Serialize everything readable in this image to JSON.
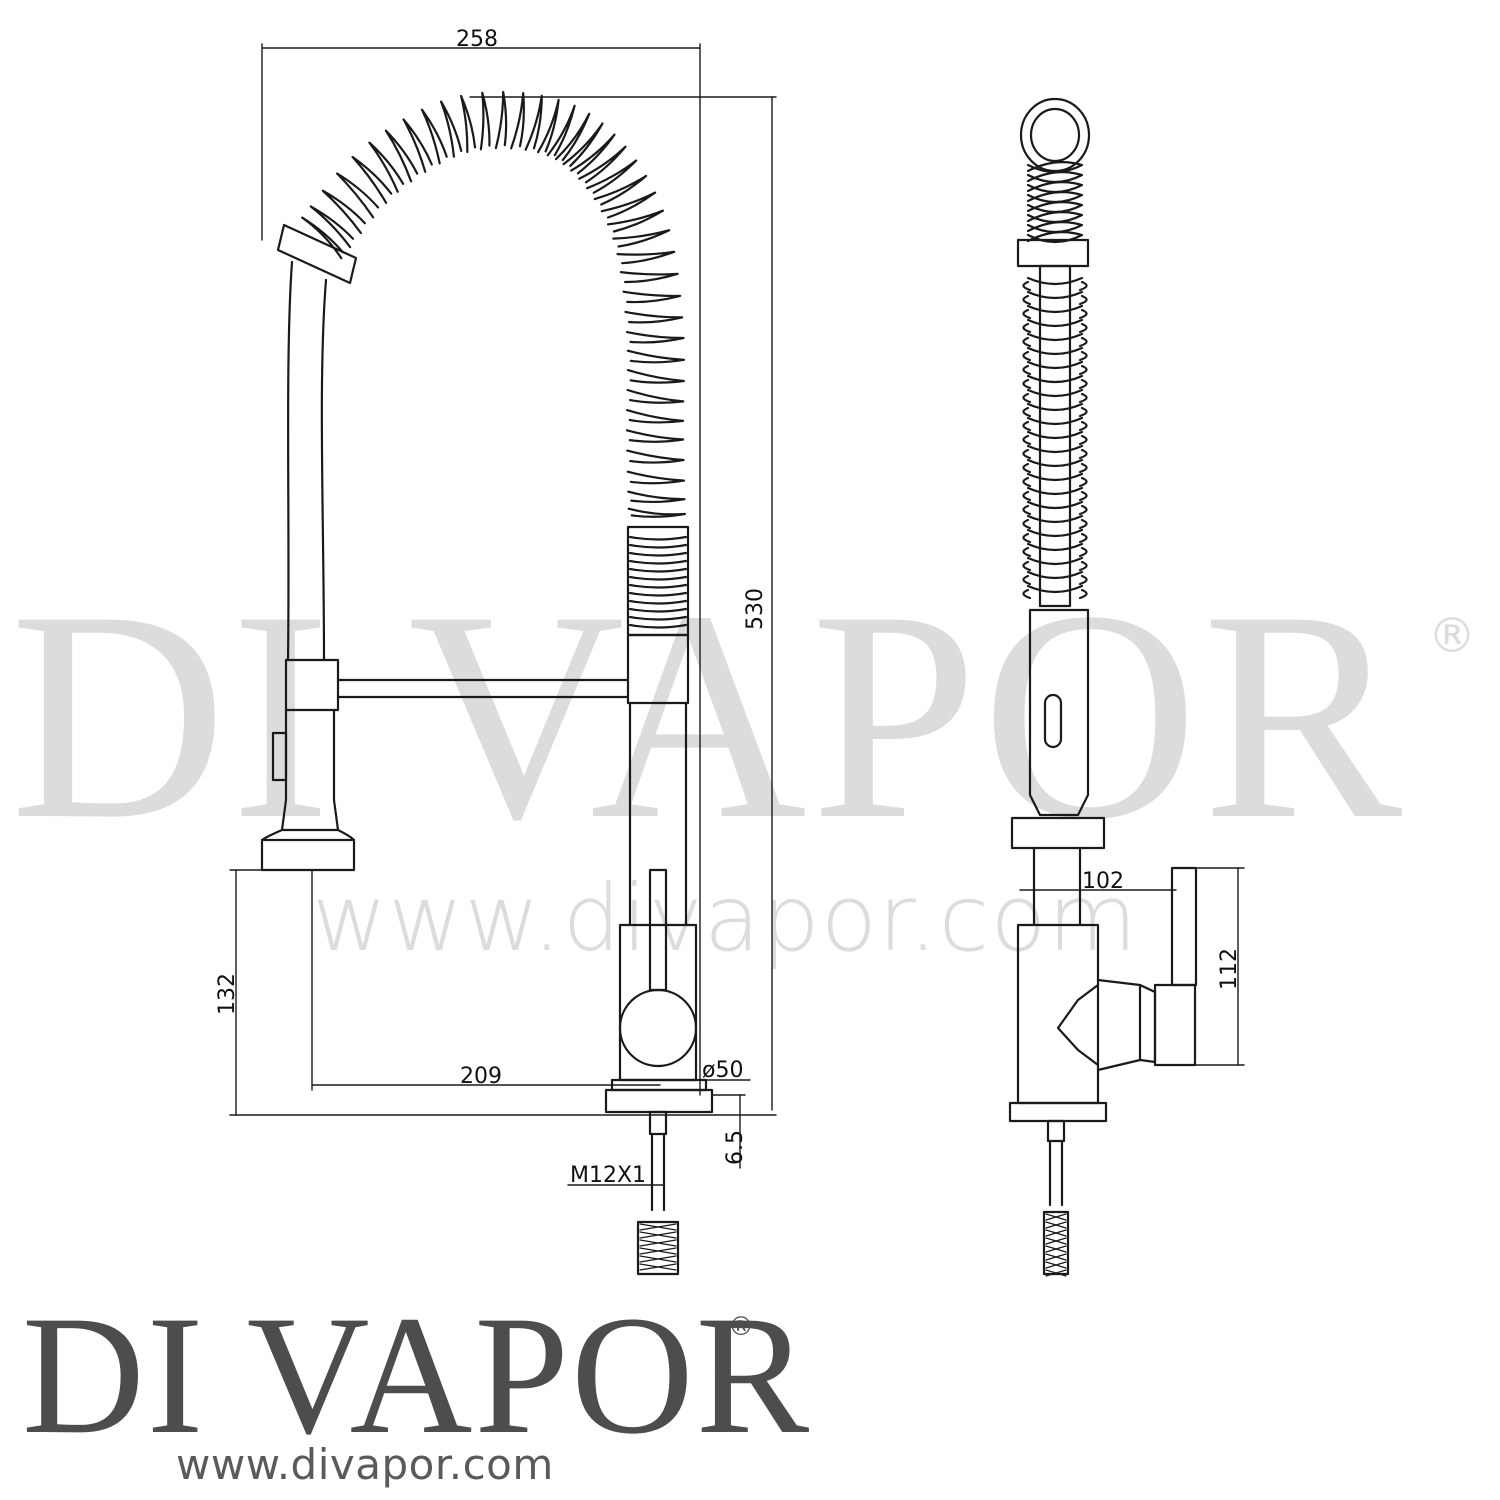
{
  "watermark": {
    "brand": "DI VAPOR",
    "registered": "®",
    "url": "www.divapor.com"
  },
  "dimensions": {
    "width_overall": "258",
    "height_overall": "530",
    "spout_reach": "209",
    "base_height": "132",
    "base_diameter": "ø50",
    "plate_thickness": "6.5",
    "thread": "M12X1",
    "side_depth": "102",
    "side_height": "112"
  },
  "logo": {
    "brand": "DI VAPOR",
    "registered": "®",
    "url": "www.divapor.com"
  },
  "colors": {
    "line": "#1a1a1a",
    "watermark": "#dcdcdc",
    "logo": "#4d4d4f"
  }
}
